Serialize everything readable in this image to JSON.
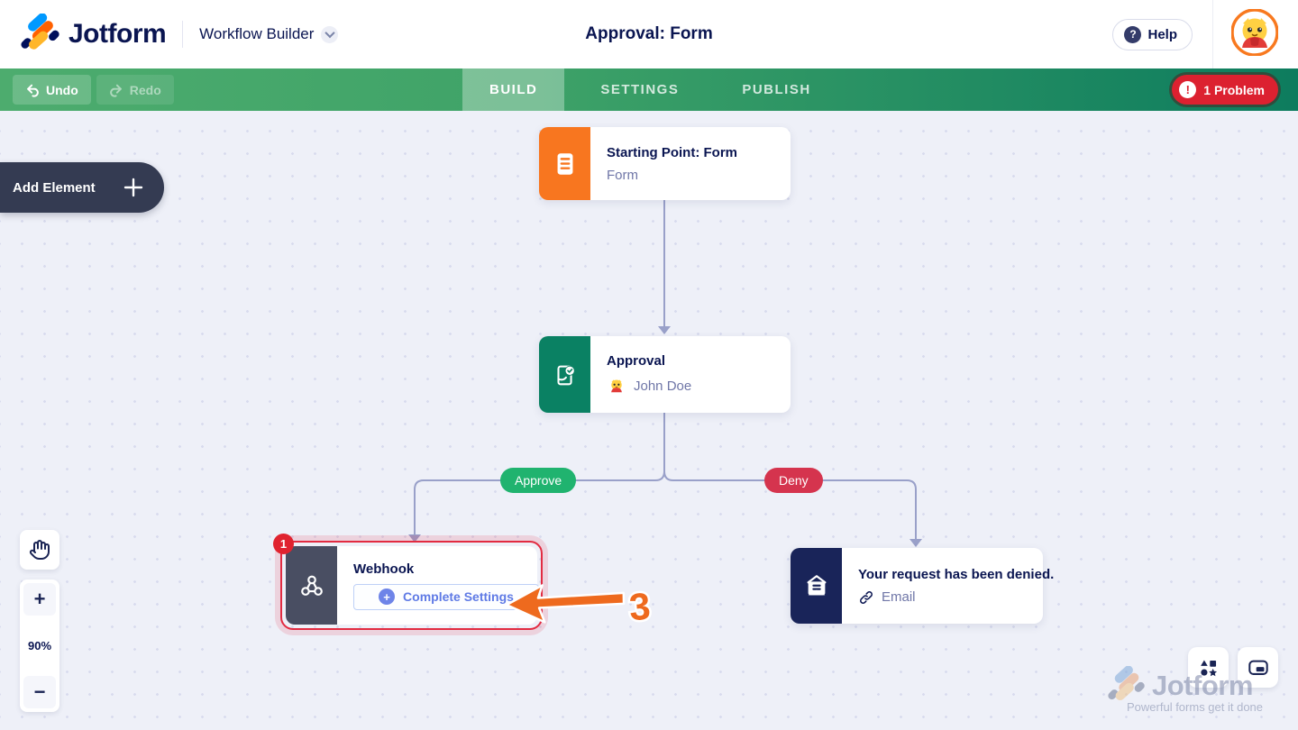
{
  "header": {
    "brand": "Jotform",
    "app_name": "Workflow Builder",
    "page_title": "Approval: Form",
    "help_label": "Help"
  },
  "toolbar": {
    "undo": "Undo",
    "redo": "Redo",
    "tabs": {
      "build": "BUILD",
      "settings": "SETTINGS",
      "publish": "PUBLISH"
    },
    "problem": "1 Problem",
    "problem_icon": "!"
  },
  "canvas": {
    "add_element": "Add Element",
    "zoom_level": "90%",
    "zoom_in": "+",
    "zoom_out": "−",
    "branch": {
      "approve": "Approve",
      "deny": "Deny"
    },
    "annotation_step": "3",
    "nodes": {
      "start": {
        "title": "Starting Point: Form",
        "subtitle": "Form"
      },
      "approval": {
        "title": "Approval",
        "assignee": "John Doe"
      },
      "webhook": {
        "title": "Webhook",
        "action": "Complete Settings",
        "badge": "1",
        "plus": "+"
      },
      "email": {
        "title": "Your request has been denied.",
        "subtitle": "Email"
      }
    }
  },
  "watermark": {
    "brand": "Jotform",
    "tagline": "Powerful forms get it done"
  },
  "colors": {
    "brand_navy": "#0a1551",
    "accent_orange": "#f8761f",
    "approval_green": "#0a8163",
    "webhook_slate": "#494e62",
    "email_navy": "#192459",
    "approve_green": "#20b36f",
    "deny_red": "#d5344e",
    "error_red": "#e22b41",
    "link_blue": "#5f7ae5",
    "toolbar_gradient_left": "#4dac6e",
    "toolbar_gradient_right": "#0d7c5e"
  }
}
